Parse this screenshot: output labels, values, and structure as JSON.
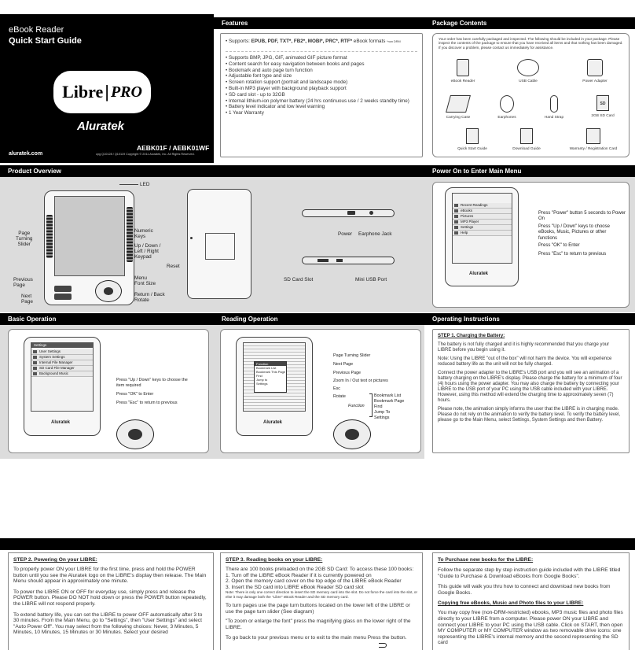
{
  "cover": {
    "title": "eBook Reader",
    "subtitle": "Quick Start Guide",
    "logo_text_left": "Libre",
    "logo_text_right": "PRO",
    "brand": "Aluratek",
    "website": "aluratek.com",
    "model": "AEBK01F / AEBK01WF",
    "copyright": "cpg Q10128 / Q10119     Copyright © 2011 Aluratek, Inc.  All Rights Reserved."
  },
  "features": {
    "header": "Features",
    "formats_prefix": "• Supports: ",
    "formats_bold": "EPUB, PDF, TXT*, FB2*, MOBI*, PRC*, RTF*",
    "formats_suffix": " eBook formats",
    "formats_note": "*non DRM",
    "items": [
      "• Supports BMP, JPG, GIF, animated GIF picture format",
      "• Content search for easy navigation between books and pages",
      "• Bookmark and auto page turn function",
      "• Adjustable font type and size",
      "• Screen rotation support (portrait and landscape mode)",
      "• Built-in MP3 player with background playback support",
      "• SD card slot - up to 32GB",
      "• Internal lithium-ion polymer battery (24 hrs continuous use / 2 weeks standby time)",
      "• Battery level indicator and low level warning",
      "• 1 Year Warranty"
    ]
  },
  "package": {
    "header": "Package Contents",
    "intro": "Your order has been carefully packaged and inspected. The following should be included in your package. Please inspect the contents of the package to ensure that you have received all items and that nothing has been damaged. If you discover a problem, please contact us immediately for assistance.",
    "items": [
      "eBook Reader",
      "USB Cable",
      "Power Adapter",
      "Carrying Case",
      "Earphones",
      "Hand Strap",
      "2GB SD Card",
      "Quick Start Guide",
      "Download Guide",
      "Warranty / Registration Card"
    ]
  },
  "overview": {
    "header": "Product Overview",
    "labels": {
      "led": "LED",
      "page_turning": "Page\nTurning\nSlider",
      "numeric": "Numeric\nKeys",
      "updown": "Up / Down /\nLeft / Right\nKeypad",
      "previous": "Previous\nPage",
      "next": "Next\nPage",
      "menu": "Menu\nFont Size",
      "return": "Return / Back\nRotate",
      "reset": "Reset",
      "power": "Power",
      "earphone": "Earphone Jack",
      "sd": "SD Card Slot",
      "usb": "Mini USB Port"
    }
  },
  "power_on": {
    "header": "Power On to Enter Main Menu",
    "menu": [
      "Recent Readings",
      "eBooks",
      "Pictures",
      "MP3 Player",
      "Settings",
      "Help"
    ],
    "notes": [
      "Press \"Power\" button 5 seconds to Power On",
      "Press \"Up / Down\" keys to choose eBooks, Music, Pictures or other functions",
      "Press \"OK\" to Enter",
      "Press \"Esc\" to return to previous"
    ]
  },
  "basic": {
    "header": "Basic Operation",
    "screen_title": "Settings",
    "menu": [
      "User Settings",
      "System Settings",
      "Internal File Manager",
      "SD Card File Manager",
      "Background Music"
    ],
    "notes": [
      "Press \"Up / Down\" keys to choose the item required",
      "Press \"OK\" to Enter",
      "Press \"Esc\" to return to previous"
    ]
  },
  "reading": {
    "header": "Reading Operation",
    "labels": [
      "Page Turning Slider",
      "Next Page",
      "Previous Page",
      "Zoom In / Out text or pictures",
      "Esc",
      "Rotate"
    ],
    "function_label": "Function",
    "functions": [
      "Bookmark List",
      "Bookmark Page",
      "Find",
      "Jump To",
      "Settings"
    ],
    "popup": [
      "Function",
      "Bookmark List",
      "Bookmark This Page",
      "Find",
      "Jump to",
      "Settings"
    ]
  },
  "instructions": {
    "header": "Operating Instructions",
    "step1_title": "STEP 1.  Charging the Battery:",
    "step1_paras": [
      "The battery is not fully charged and it is highly recommended that you charge your LIBRE before you begin using it.",
      "Note:  Using the LIBRE \"out of the box\" will not harm the device.  You will experience reduced battery life as the unit will not be fully charged.",
      "Connect the power adapter to the LIBRE's USB port and you will see an animation of a battery charging on the LIBRE's display.  Please charge the battery for a minimum of four (4) hours using the power adapter.  You may also charge the battery by connecting your LIBRE to the USB port of your PC using the USB cable included with your LIBRE.  However, using this method will extend the charging time to approximately seven (7) hours.",
      "Please note, the animation simply informs the user that the LIBRE is in charging mode. Please do not rely on the animation to verify the battery level.  To verify the battery level, please go to the Main Menu, select Settings, System Settings and then Battery."
    ]
  },
  "step2": {
    "title": "STEP 2.  Powering On your LIBRE:",
    "paras": [
      "To properly power ON your LIBRE for the first time, press and hold the POWER button until you see the Aluratek logo on the LIBRE's display then release.  The Main Menu should appear in approximately one minute.",
      "To power the LIBRE ON or OFF for everyday use, simply press and release the POWER button.  Please DO NOT hold down or press the POWER button repeatedly, the LIBRE will not respond properly.",
      "To extend battery life, you can set the LIBRE to power OFF automatically after 3 to 30 minutes.  From the Main Menu, go to \"Settings\", then \"User Settings\" and select \"Auto Power Off\".  You may select from the following choices:  Never, 3 Minutes, 5 Minutes, 10 Minutes, 15 Minutes or 30 Minutes.  Select your desired"
    ]
  },
  "step3": {
    "title": "STEP 3.  Reading books on your LIBRE:",
    "intro": "There are 100 books preloaded on the 2GB SD Card: To access these 100 books:",
    "steps": [
      "1. Turn off the LIBRE eBook Reader if it is currently powered on",
      "2. Open the memory card cover on the top edge of the LIBRE eBook Reader",
      "3. Insert the SD card into LIBRE eBook Reader SD card slot"
    ],
    "note": "Note: There is only one correct direction to insert the SD memory card into the slot. Do not force the card into the slot, or else it may damage both the \"Libre\" eBook Reader and the SD memory card.",
    "paras": [
      "To turn pages use the page turn buttons located on the lower left of the LIBRE or use the page turn slider (See diagram)",
      "\"To zoom or enlarge the font\" press the magnifying glass on the lower right of the LIBRE.",
      "To go back to your previous menu or to exit to the main menu Press the      button."
    ]
  },
  "purchase": {
    "title": "To Purchase new books for the LIBRE:",
    "paras": [
      "Follow the separate step by step instruction guide included with the LIBRE titled \"Guide to Purchase & Download eBooks from Google Books\".",
      "This guide will walk you thru how to connect and download new books from Google Books."
    ],
    "copy_title": "Copying free eBooks, Music and Photo files to your LIBRE:",
    "copy_para": "You may copy free (non-DRM-restricted) ebooks, MP3 music files and photo files directly to your LIBRE from a computer.  Please power ON your LIBRE and connect your LIBRE to your PC using the USB cable.  Click on START, then open MY COMPUTER or MY COMPUTER window as two removable drive icons: one representing the LIBRE's internal memory and the second representing the SD card"
  },
  "device_brand": "Aluratek",
  "colors": {
    "black": "#000000",
    "panel_grey": "#dcdcdc"
  }
}
